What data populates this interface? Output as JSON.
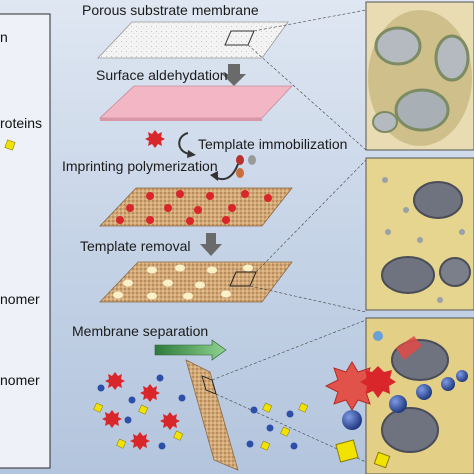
{
  "steps": {
    "substrate": "Porous substrate membrane",
    "aldehydation": "Surface aldehydation",
    "immobilization": "Template immobilization",
    "polymerization": "Imprinting polymerization",
    "removal": "Template removal",
    "separation": "Membrane separation"
  },
  "legend": {
    "item1": "n",
    "item2": "roteins",
    "item3": "nomer",
    "item4": "nomer"
  },
  "colors": {
    "template": "#d8262b",
    "yellow_protein": "#f2e200",
    "blue_protein": "#2d4fa8",
    "substrate": "#f3f3f3",
    "aldehyde_layer": "#f2b6c4",
    "polymer_layer": "#c99a68"
  }
}
